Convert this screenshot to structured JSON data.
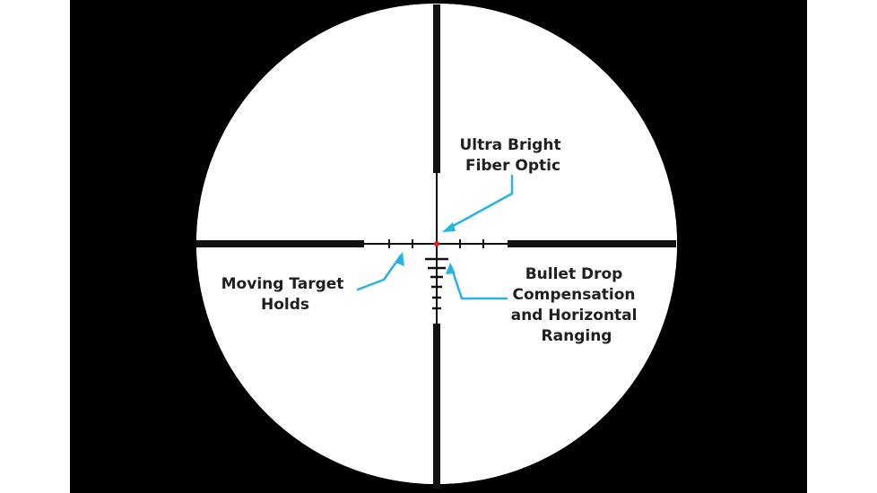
{
  "colors": {
    "frame": "#000000",
    "lens": "#ffffff",
    "reticle": "#111111",
    "fiber_dot": "#e0201c",
    "callout_arrow": "#26b3e6",
    "label_text": "#1f1f1f"
  },
  "callouts": {
    "fiber_optic": {
      "line1": "Ultra Bright",
      "line2": "Fiber Optic"
    },
    "moving_target": {
      "line1": "Moving Target",
      "line2": "Holds"
    },
    "bullet_drop": {
      "line1": "Bullet Drop",
      "line2": "Compensation",
      "line3": "and Horizontal",
      "line4": "Ranging"
    }
  }
}
